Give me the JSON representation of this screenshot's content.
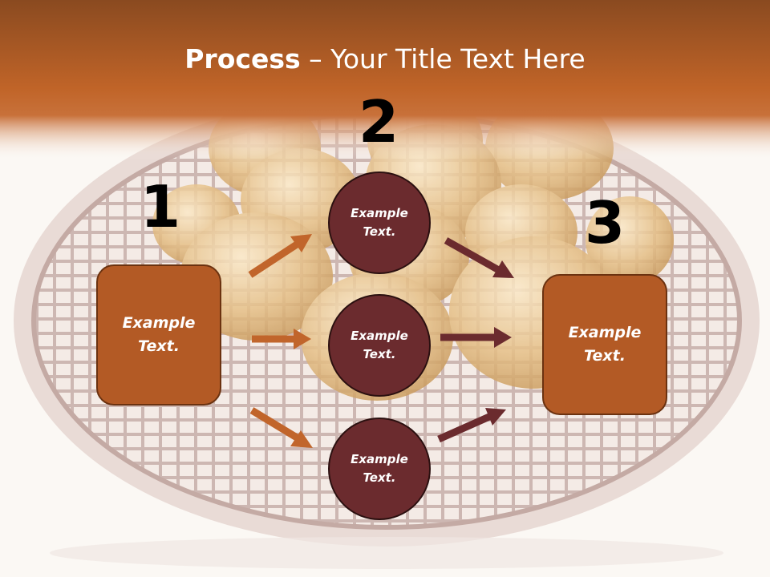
{
  "slide": {
    "title_bold": "Process",
    "title_rest": " – Your Title Text Here"
  },
  "steps": {
    "one": "1",
    "two": "2",
    "three": "3"
  },
  "nodes": {
    "left_box": [
      "Example",
      "Text."
    ],
    "circle_top": [
      "Example",
      "Text."
    ],
    "circle_middle": [
      "Example",
      "Text."
    ],
    "circle_bottom": [
      "Example",
      "Text."
    ],
    "right_box": [
      "Example",
      "Text."
    ]
  },
  "colors": {
    "header": "#b65a22",
    "box_fill": "#b35a25",
    "circle_fill": "#6b2b2e",
    "arrow_orange": "#c1652b",
    "arrow_maroon": "#6b2b2e"
  }
}
